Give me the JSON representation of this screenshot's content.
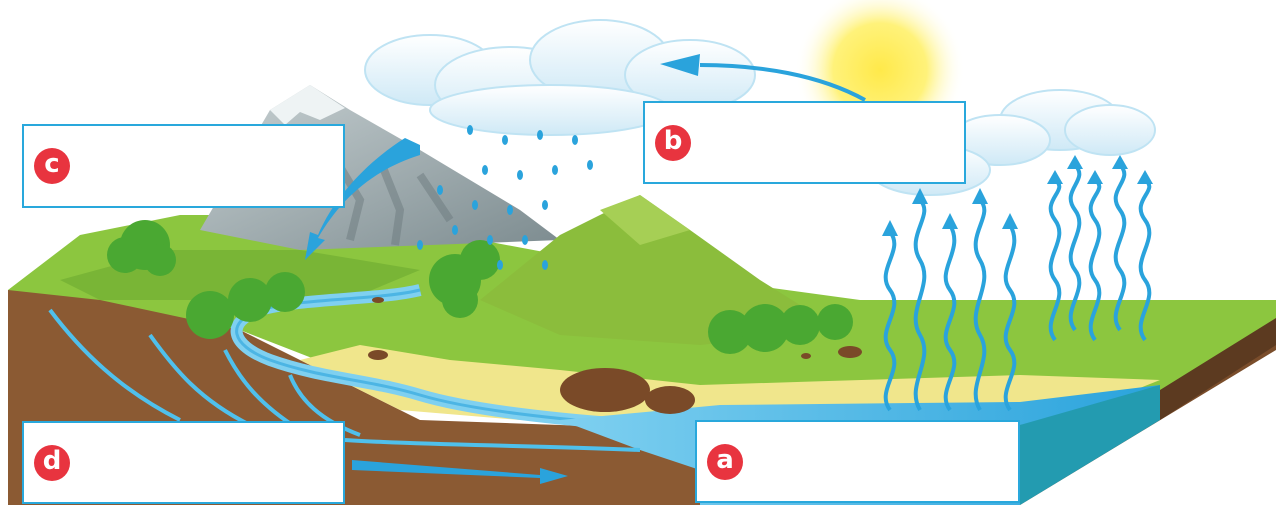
{
  "colors": {
    "water": "#2aa3dc",
    "box_border": "#29a8dc",
    "badge": "#e8343f",
    "grass": "#8cc63f",
    "soil": "#8b5a33"
  },
  "labels": [
    {
      "id": "a",
      "letter": "a",
      "answer": ""
    },
    {
      "id": "b",
      "letter": "b",
      "answer": ""
    },
    {
      "id": "c",
      "letter": "c",
      "answer": ""
    },
    {
      "id": "d",
      "letter": "d",
      "answer": ""
    }
  ]
}
